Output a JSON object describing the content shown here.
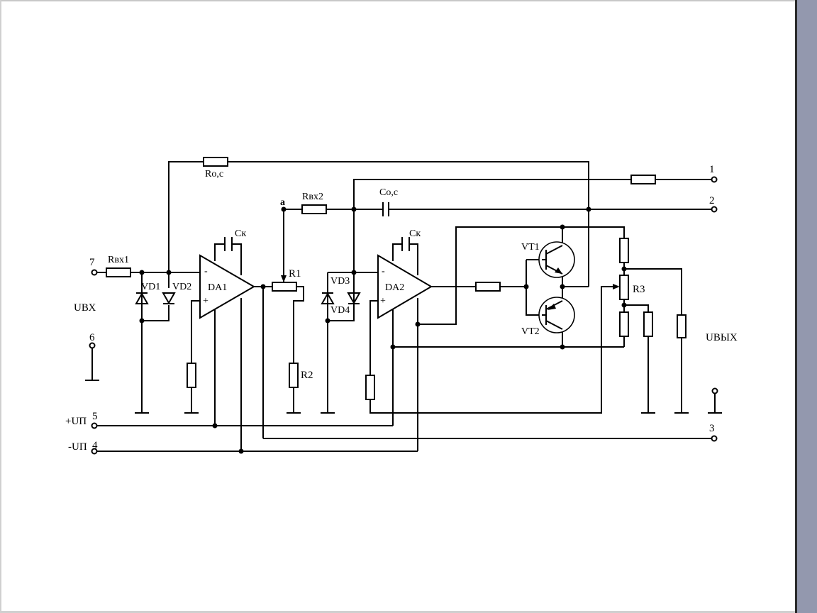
{
  "labels": {
    "r_oc": "Rо,с",
    "r_vx1": "Rвх1",
    "r_vx2": "Rвх2",
    "c_oc": "Cо,с",
    "ck1": "Cк",
    "ck2": "Cк",
    "vd1": "VD1",
    "vd2": "VD2",
    "vd3": "VD3",
    "vd4": "VD4",
    "da1": "DA1",
    "da2": "DA2",
    "r1": "R1",
    "r2": "R2",
    "r3": "R3",
    "vt1": "VT1",
    "vt2": "VT2",
    "node_a": "a",
    "u_vx": "UВХ",
    "u_vyx": "UВЫХ",
    "plus_up": "+UП",
    "minus_up": "-UП",
    "minus_sign_1": "-",
    "plus_sign_1": "+",
    "minus_sign_2": "-",
    "plus_sign_2": "+"
  },
  "terminals": {
    "t1": "1",
    "t2": "2",
    "t3": "3",
    "t4": "4",
    "t5": "5",
    "t6": "6",
    "t7": "7"
  }
}
